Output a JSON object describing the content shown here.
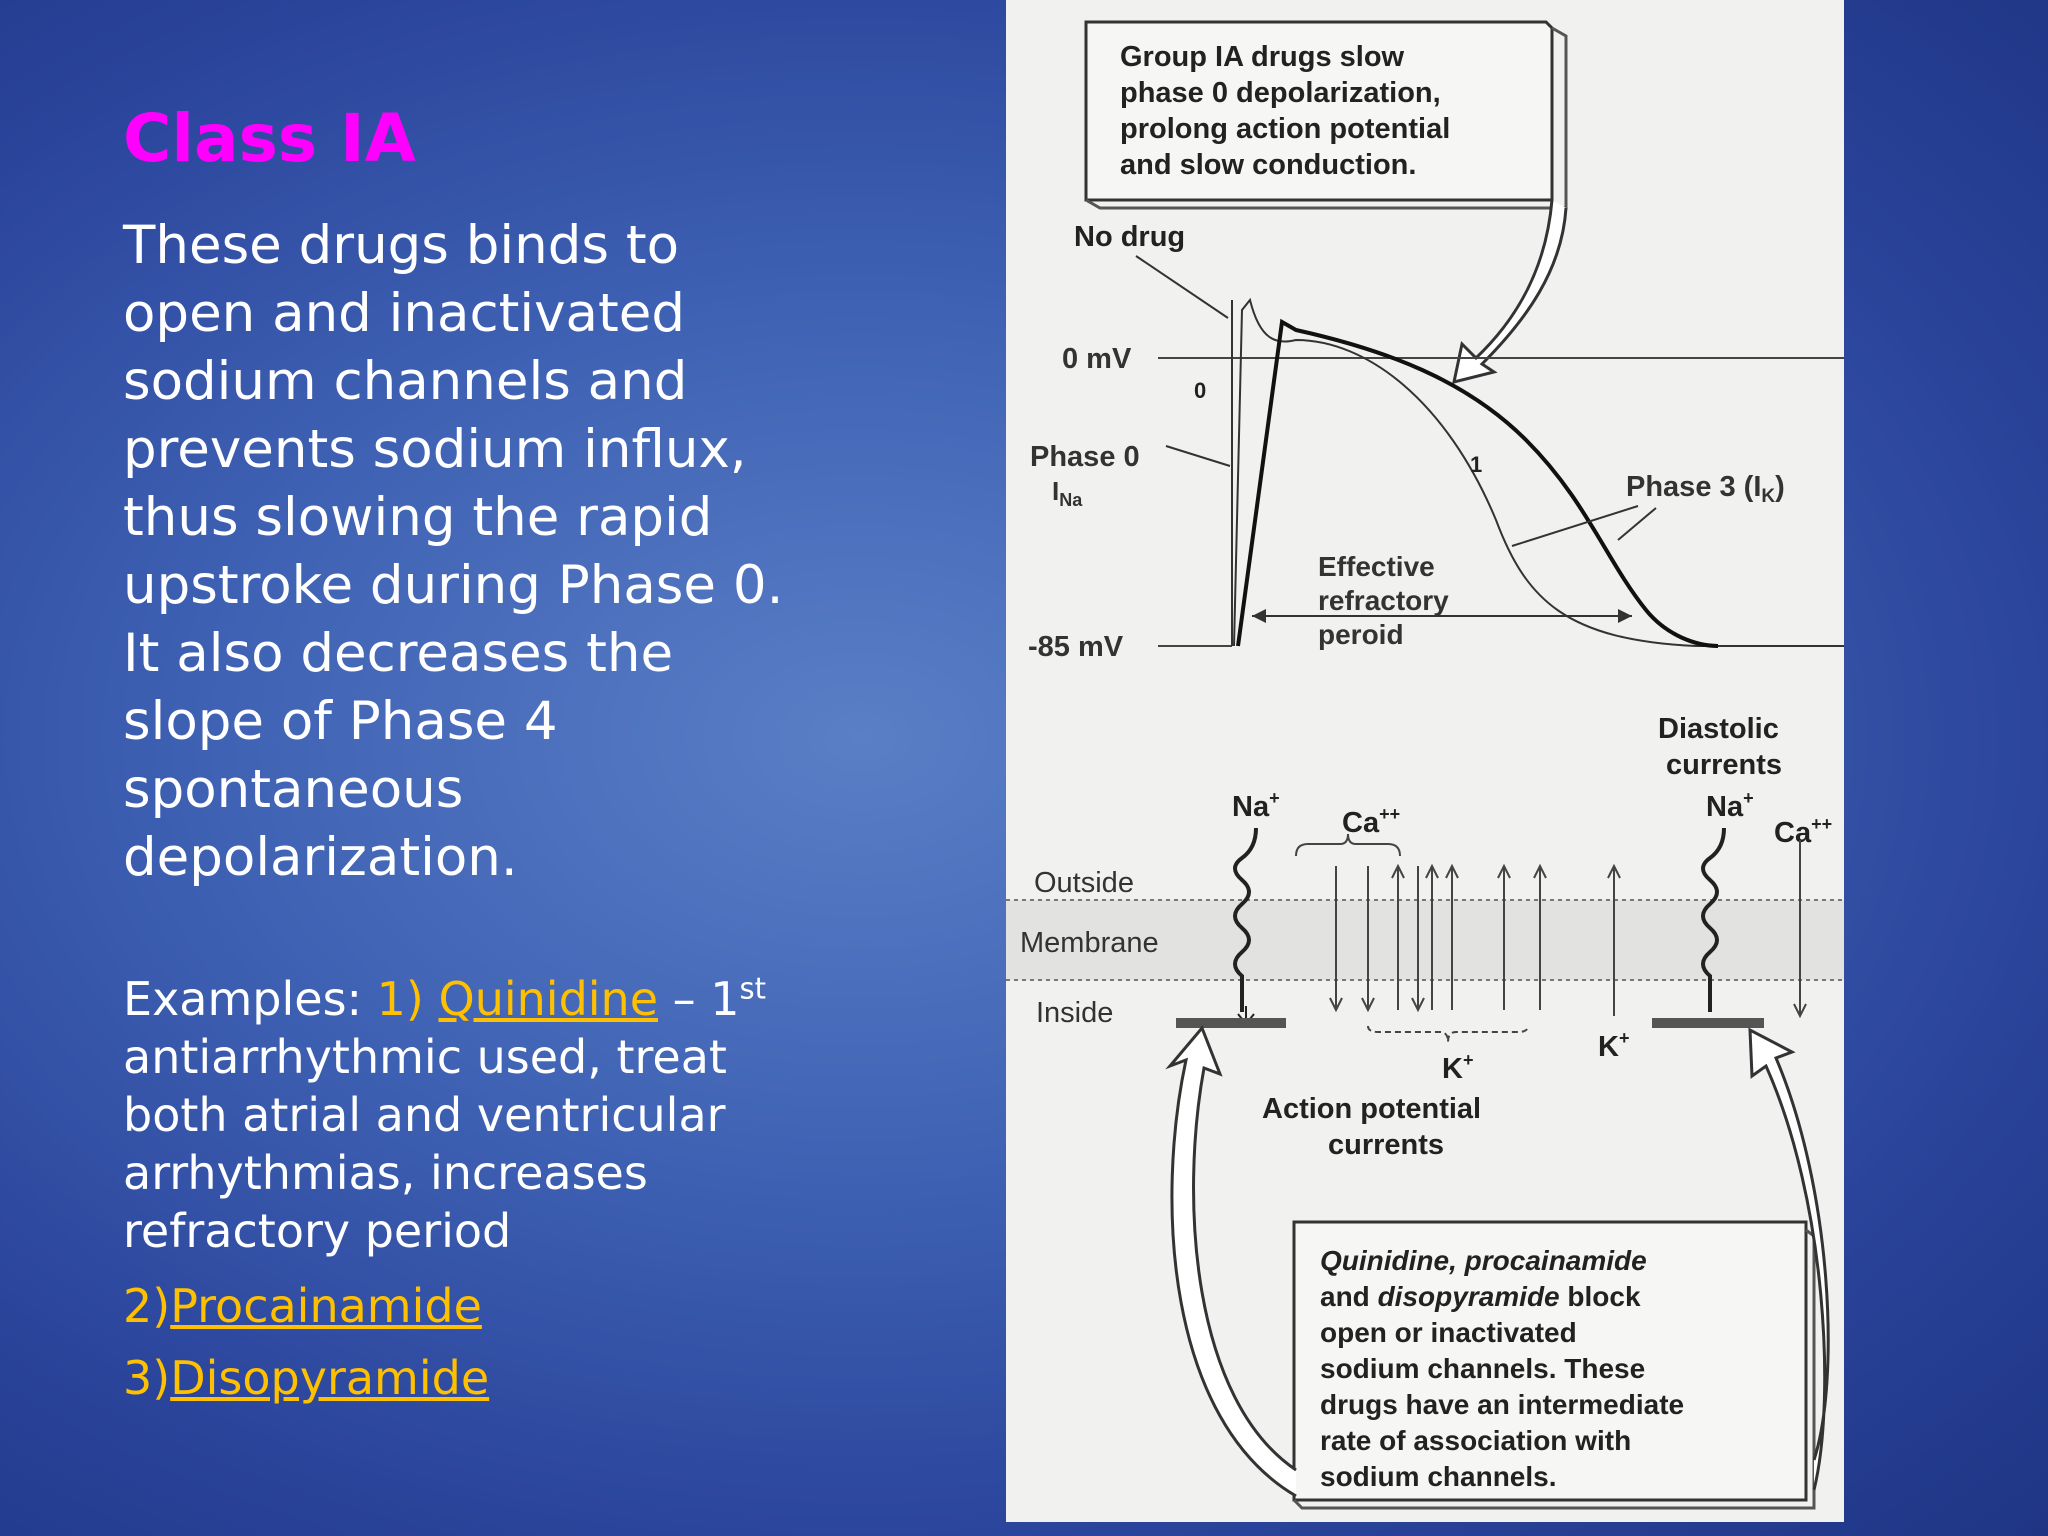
{
  "slide": {
    "title": "Class IA",
    "paragraph": "These drugs binds to open and inactivated sodium channels and prevents sodium influx, thus slowing the  rapid upstroke during Phase 0. It also decreases the slope of Phase 4 spontaneous depolarization.",
    "examples": {
      "prefix": "Examples: ",
      "item1_num": "1) ",
      "item1_name": "Quinidine",
      "item1_dash": " – 1",
      "item1_sup": "st",
      "item1_desc": " antiarrhythmic used, treat both atrial and ventricular arrhythmias, increases refractory period",
      "item2_num": "2)",
      "item2_name": "Procainamide",
      "item3_num": "3)",
      "item3_name": "Disopyramide"
    }
  },
  "figure": {
    "callout_top": [
      "Group IA drugs slow",
      "phase 0 depolarization,",
      "prolong action potential",
      "and slow conduction."
    ],
    "no_drug": "No drug",
    "zero_mv": "0 mV",
    "minus85": "-85 mV",
    "phase0": "Phase 0",
    "ina": "I",
    "ina_sub": "Na",
    "phase3": "Phase 3 (I",
    "phase3_sub": "K",
    "phase3_end": ")",
    "erp": [
      "Effective",
      "refractory",
      "peroid"
    ],
    "diastolic": [
      "Diastolic",
      "currents"
    ],
    "na1": "Na",
    "na_sup": "+",
    "ca1": "Ca",
    "ca_sup": "++",
    "na2": "Na",
    "ca2": "Ca",
    "outside": "Outside",
    "membrane": "Membrane",
    "inside": "Inside",
    "k1": "K",
    "k2": "K",
    "ap_currents": [
      "Action potential",
      "currents"
    ],
    "callout_bottom": [
      {
        "italic": "Quinidine, procainamide",
        "normal": ""
      },
      {
        "pre": "and ",
        "italic": "disopyramide",
        "normal": " block"
      },
      {
        "normal": "open or inactivated"
      },
      {
        "normal": "sodium channels. These"
      },
      {
        "normal": "drugs have an intermediate"
      },
      {
        "normal": "rate of association with"
      },
      {
        "normal": "sodium channels."
      }
    ]
  }
}
